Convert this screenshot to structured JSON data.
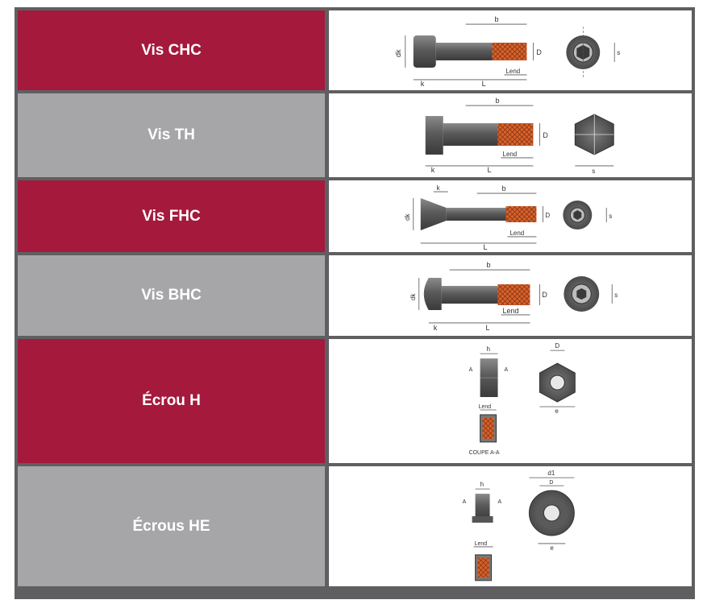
{
  "rows": [
    {
      "label": "Vis CHC",
      "type": "maroon",
      "dims": {
        "b": "b",
        "dk": "dk",
        "D": "D",
        "s": "s",
        "k": "k",
        "L": "L",
        "Lend": "Lend"
      }
    },
    {
      "label": "Vis TH",
      "type": "grey",
      "dims": {
        "b": "b",
        "D": "D",
        "s": "s",
        "k": "k",
        "L": "L",
        "Lend": "Lend"
      }
    },
    {
      "label": "Vis FHC",
      "type": "maroon",
      "dims": {
        "b": "b",
        "dk": "dk",
        "D": "D",
        "s": "s",
        "k": "k",
        "L": "L",
        "Lend": "Lend"
      }
    },
    {
      "label": "Vis BHC",
      "type": "grey",
      "dims": {
        "b": "b",
        "dk": "dk",
        "D": "D",
        "s": "s",
        "k": "k",
        "L": "L",
        "Lend": "Lend"
      }
    },
    {
      "label": "Écrou H",
      "type": "maroon",
      "dims": {
        "h": "h",
        "A": "A",
        "D": "D",
        "e": "e",
        "Lend": "Lend",
        "coupe": "COUPE A-A"
      }
    },
    {
      "label": "Écrous HE",
      "type": "grey",
      "dims": {
        "h": "h",
        "A": "A",
        "d1": "d1",
        "D": "D",
        "e": "e",
        "Lend": "Lend"
      }
    }
  ],
  "colors": {
    "maroon": "#a5193c",
    "grey": "#a6a6a8",
    "border": "#5f5f61",
    "patch": "#d9622b"
  }
}
